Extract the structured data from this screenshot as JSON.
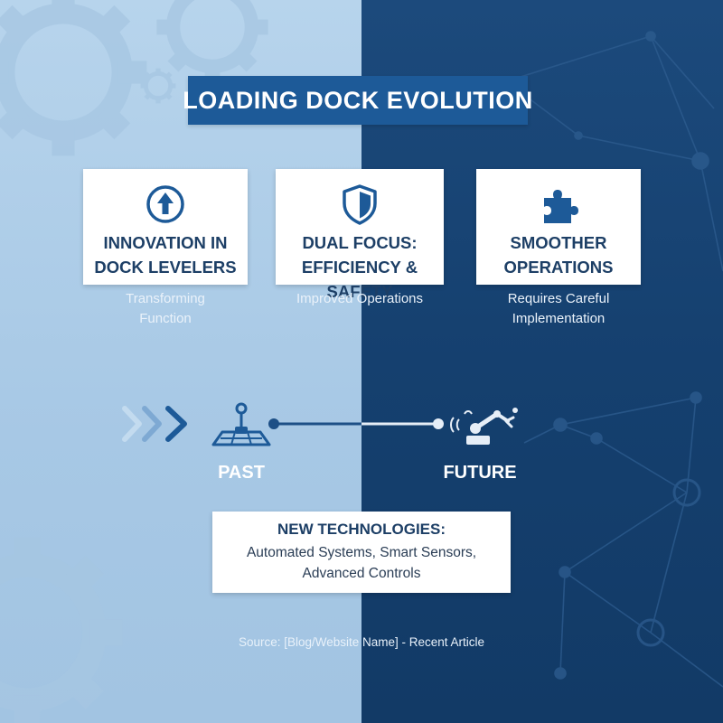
{
  "title": "LOADING DOCK EVOLUTION",
  "cards": [
    {
      "icon": "arrow-up-circle-icon",
      "title_lines": [
        "INNOVATION IN",
        "DOCK LEVELERS"
      ],
      "subtitle_lines": [
        "Transforming",
        "Function"
      ]
    },
    {
      "icon": "shield-icon",
      "title_lines": [
        "DUAL FOCUS:",
        "EFFICIENCY & SAFETY"
      ],
      "subtitle_lines": [
        "Improved Operations"
      ]
    },
    {
      "icon": "puzzle-piece-icon",
      "title_lines": [
        "SMOOTHER",
        "OPERATIONS"
      ],
      "subtitle_lines": [
        "Requires Careful",
        "Implementation"
      ]
    }
  ],
  "timeline": {
    "past_label": "PAST",
    "future_label": "FUTURE",
    "past_icon": "joystick-lever-icon",
    "future_icon": "robotic-arm-icon"
  },
  "technologies": {
    "title": "NEW TECHNOLOGIES:",
    "body_lines": [
      "Automated Systems, Smart Sensors,",
      "Advanced Controls"
    ]
  },
  "source": "Source: [Blog/Website Name] - Recent Article",
  "colors": {
    "left_background": "#a9cae6",
    "right_background": "#15406f",
    "title_banner": "#1d5a98",
    "card_text": "#1d3f66",
    "icon_blue": "#1d5a98"
  }
}
